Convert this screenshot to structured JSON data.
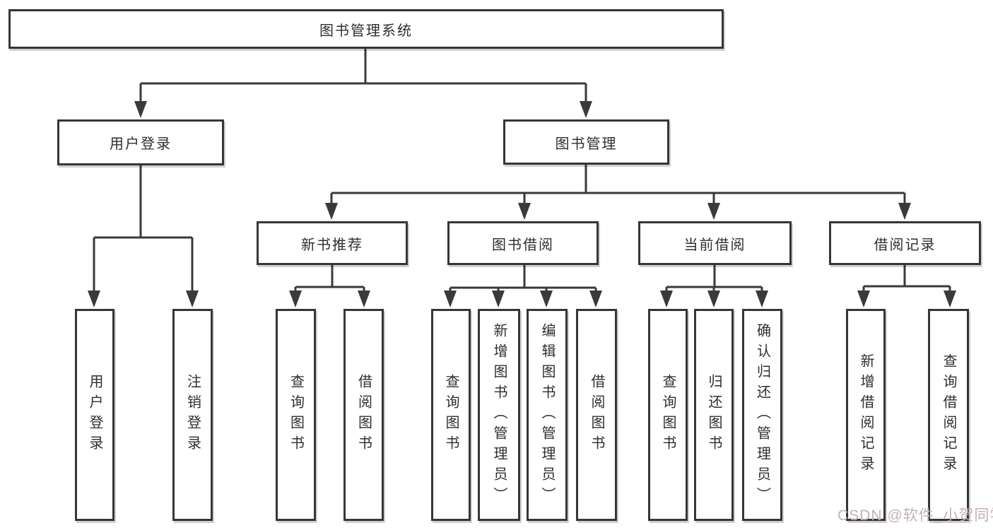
{
  "colors": {
    "background": "#ffffff",
    "box_border": "#363636",
    "line": "#3a3a3a",
    "text": "#2e2e2e",
    "watermark": "#c2b2b2"
  },
  "watermark": {
    "text": "CSDN @软件_小贺同学"
  },
  "tree": {
    "root": {
      "label": "图书管理系统",
      "children": [
        {
          "label": "用户登录",
          "children": [
            {
              "label": "用户登录"
            },
            {
              "label": "注销登录"
            }
          ]
        },
        {
          "label": "图书管理",
          "children": [
            {
              "label": "新书推荐",
              "children": [
                {
                  "label": "查询图书"
                },
                {
                  "label": "借阅图书"
                }
              ]
            },
            {
              "label": "图书借阅",
              "children": [
                {
                  "label": "查询图书"
                },
                {
                  "label": "新增图书（管理员）"
                },
                {
                  "label": "编辑图书（管理员）"
                },
                {
                  "label": "借阅图书"
                }
              ]
            },
            {
              "label": "当前借阅",
              "children": [
                {
                  "label": "查询图书"
                },
                {
                  "label": "归还图书"
                },
                {
                  "label": "确认归还（管理员）"
                }
              ]
            },
            {
              "label": "借阅记录",
              "children": [
                {
                  "label": "新增借阅记录"
                },
                {
                  "label": "查询借阅记录"
                }
              ]
            }
          ]
        }
      ]
    }
  }
}
